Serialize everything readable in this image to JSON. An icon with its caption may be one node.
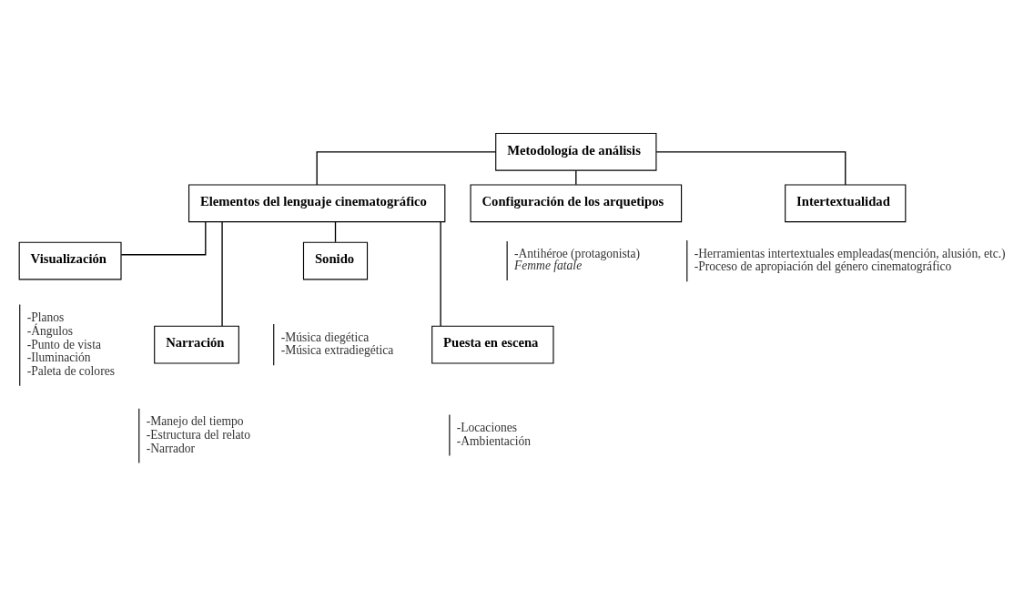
{
  "diagram": {
    "nodes": [
      {
        "text": [
          "Metodología de análisis"
        ]
      },
      {
        "text": [
          "Elementos del lenguaje cinematográfico"
        ]
      },
      {
        "text": [
          "Configuración de los arquetipos"
        ],
        "beside": [
          "-Antihéroe (protagonista)",
          "*Femme fatale*"
        ]
      },
      {
        "text": [
          "Intertextualidad"
        ],
        "beside": [
          "-Herramientas intertextuales empleadas(mención, alusión, etc.)",
          "-Proceso de apropiación del género cinematográfico"
        ]
      },
      {
        "text": [
          "Visualización"
        ],
        "beside": [
          "-Planos",
          "-Ángulos",
          "-Punto de vista",
          "-Iluminación",
          "-Paleta de colores"
        ]
      },
      {
        "text": [
          "Sonido"
        ],
        "beside": [
          "-Música diegética",
          "-Música extradiegética"
        ]
      },
      {
        "text": [
          "Narración"
        ],
        "beside": [
          "-Manejo del tiempo",
          "-Estructura del relato",
          "-Narrador"
        ]
      },
      {
        "text": [
          "Puesta en escena"
        ],
        "beside": [
          "-Locaciones",
          "-Ambientación"
        ]
      }
    ],
    "edges": [
      {
        "from": 0,
        "to": 1,
        "arrow": "none"
      },
      {
        "from": 0,
        "to": 2,
        "arrow": "none"
      },
      {
        "from": 0,
        "to": 3,
        "arrow": "none"
      },
      {
        "from": 1,
        "to": 4,
        "arrow": "none"
      },
      {
        "from": 1,
        "to": 5,
        "arrow": "none"
      },
      {
        "from": 1,
        "to": 6,
        "arrow": "none"
      },
      {
        "from": 1,
        "to": 7,
        "arrow": "none"
      }
    ]
  }
}
